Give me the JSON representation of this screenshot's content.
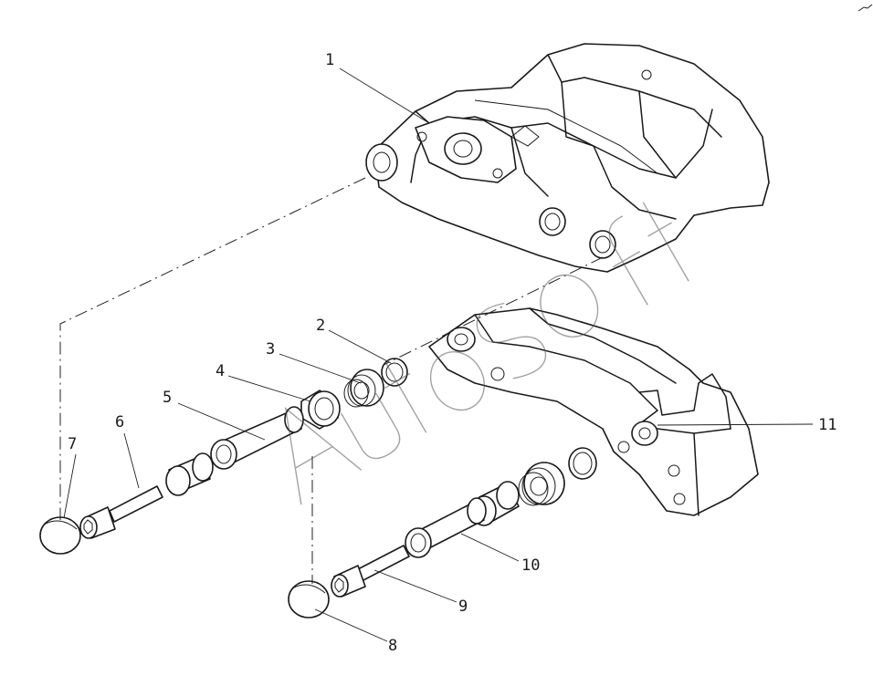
{
  "callouts": [
    "1",
    "2",
    "3",
    "4",
    "5",
    "6",
    "7",
    "8",
    "9",
    "10",
    "11"
  ],
  "watermark": "AutoSoft"
}
